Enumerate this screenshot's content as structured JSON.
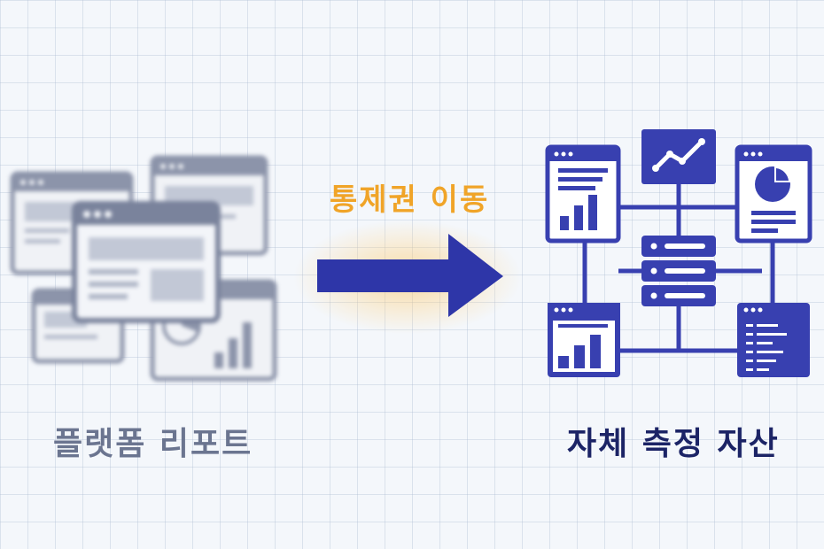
{
  "left_group": {
    "caption": "플랫폼 리포트",
    "color": "#6b7590"
  },
  "transition": {
    "caption": "통제권 이동",
    "caption_color": "#f0a428",
    "arrow_color": "#2e36a8"
  },
  "right_group": {
    "caption": "자체 측정 자산",
    "color": "#3840b0",
    "caption_color": "#1c2466",
    "icons": [
      "bar-chart-window-icon",
      "line-chart-icon",
      "pie-chart-window-icon",
      "server-stack-icon",
      "bar-chart-window-icon",
      "code-window-icon"
    ]
  }
}
